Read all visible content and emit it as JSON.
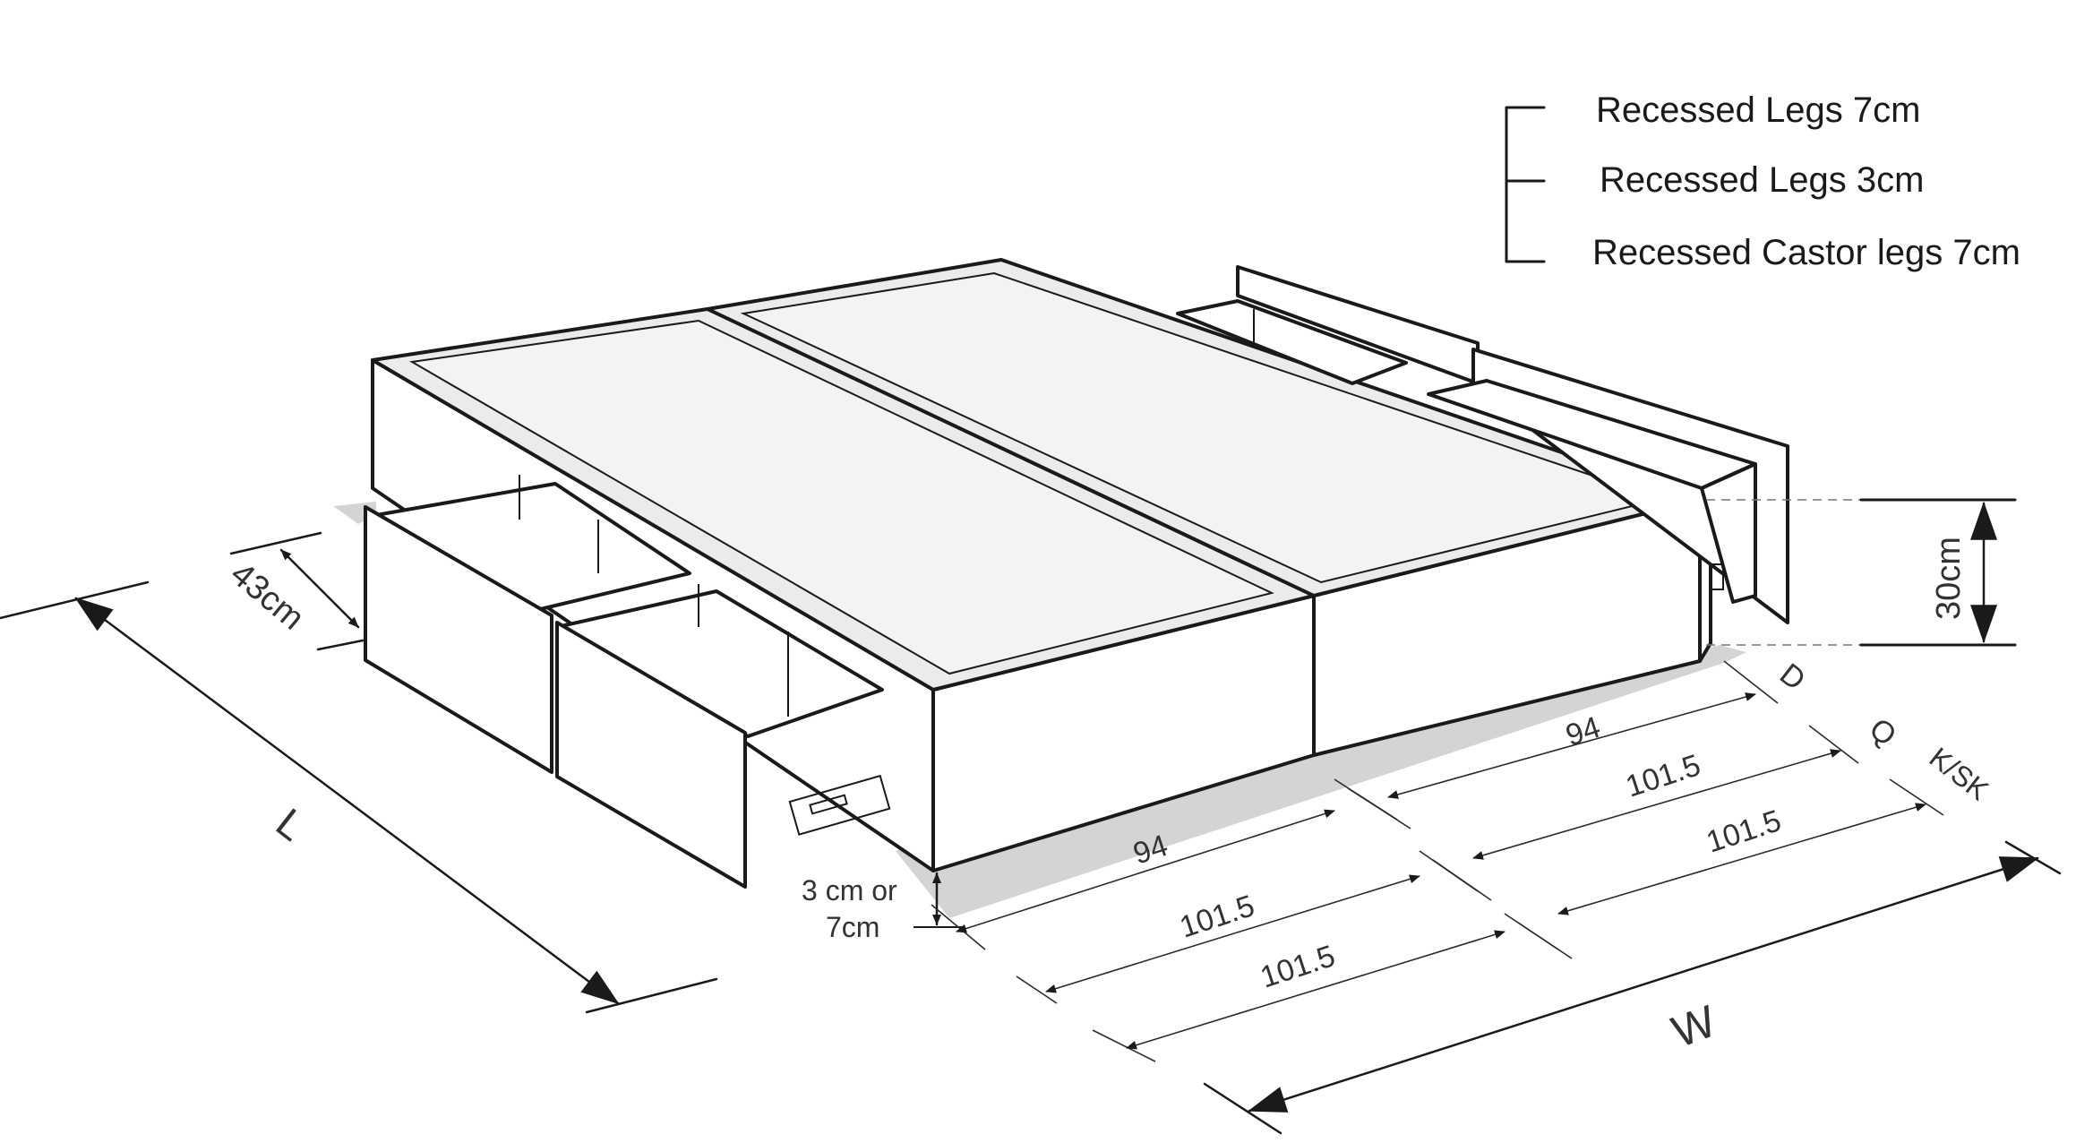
{
  "legend": {
    "items": [
      {
        "label": "Recessed Legs 7cm"
      },
      {
        "label": "Recessed Legs 3cm"
      },
      {
        "label": "Recessed Castor legs 7cm"
      }
    ]
  },
  "dimensions": {
    "drawer_depth": "43cm",
    "base_height": "30cm",
    "leg_height_line1": "3 cm or",
    "leg_height_line2": "7cm",
    "length_symbol": "L",
    "width_symbol": "W",
    "sizes": [
      {
        "code": "D",
        "left": "94",
        "right": "94"
      },
      {
        "code": "Q",
        "left": "101.5",
        "right": "101.5"
      },
      {
        "code": "K/SK",
        "left": "101.5",
        "right": "101.5"
      }
    ]
  }
}
